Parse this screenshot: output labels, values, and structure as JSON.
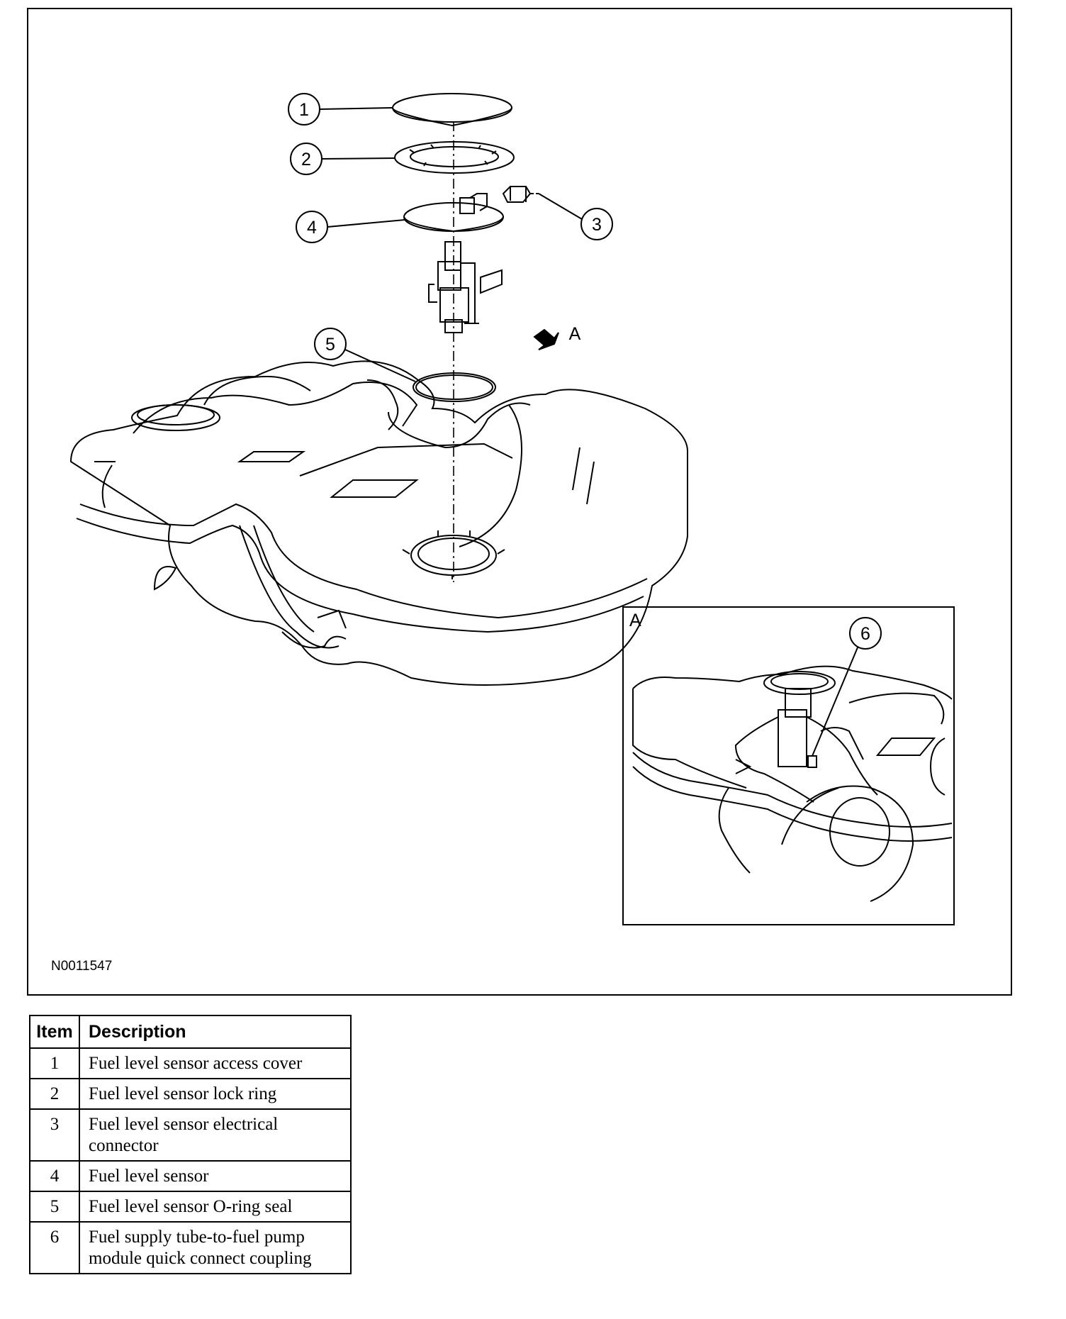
{
  "figure": {
    "callouts": [
      "1",
      "2",
      "3",
      "4",
      "5",
      "6"
    ],
    "view_arrow_label": "A",
    "detail_label": "A",
    "code": "N0011547"
  },
  "legend": {
    "headers": {
      "item": "Item",
      "description": "Description"
    },
    "rows": [
      {
        "item": "1",
        "description": "Fuel level sensor access cover"
      },
      {
        "item": "2",
        "description": "Fuel level sensor lock ring"
      },
      {
        "item": "3",
        "description": "Fuel level sensor electrical connector"
      },
      {
        "item": "4",
        "description": "Fuel level sensor"
      },
      {
        "item": "5",
        "description": "Fuel level sensor O-ring seal"
      },
      {
        "item": "6",
        "description": "Fuel supply tube-to-fuel pump module quick connect coupling"
      }
    ]
  }
}
